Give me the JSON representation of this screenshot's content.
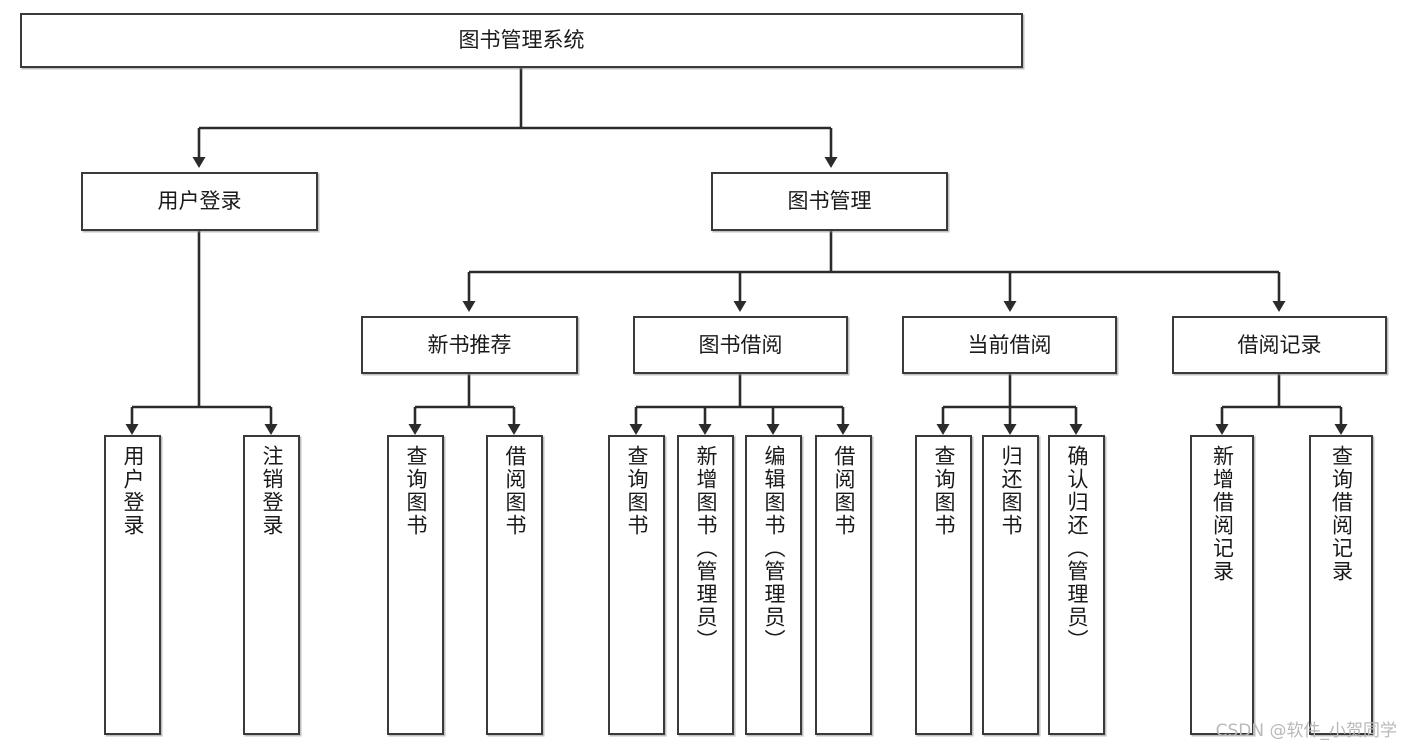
{
  "diagram": {
    "type": "tree-hierarchy",
    "title": "图书管理系统",
    "root": {
      "id": "root",
      "label": "图书管理系统"
    },
    "level2": [
      {
        "id": "user-login",
        "label": "用户登录"
      },
      {
        "id": "book-manage",
        "label": "图书管理"
      }
    ],
    "level3": [
      {
        "id": "new-book-rec",
        "label": "新书推荐",
        "parent": "book-manage"
      },
      {
        "id": "book-borrow",
        "label": "图书借阅",
        "parent": "book-manage"
      },
      {
        "id": "current-borrow",
        "label": "当前借阅",
        "parent": "book-manage"
      },
      {
        "id": "borrow-record",
        "label": "借阅记录",
        "parent": "book-manage"
      }
    ],
    "leaves": [
      {
        "id": "leaf-user-login",
        "label": "用户登录",
        "parent": "user-login"
      },
      {
        "id": "leaf-logout",
        "label": "注销登录",
        "parent": "user-login"
      },
      {
        "id": "leaf-rec-query-book",
        "label": "查询图书",
        "parent": "new-book-rec"
      },
      {
        "id": "leaf-rec-borrow-book",
        "label": "借阅图书",
        "parent": "new-book-rec"
      },
      {
        "id": "leaf-borrow-query-book",
        "label": "查询图书",
        "parent": "book-borrow"
      },
      {
        "id": "leaf-borrow-add-book",
        "label": "新增图书（管理员）",
        "parent": "book-borrow"
      },
      {
        "id": "leaf-borrow-edit-book",
        "label": "编辑图书（管理员）",
        "parent": "book-borrow"
      },
      {
        "id": "leaf-borrow-borrow-book",
        "label": "借阅图书",
        "parent": "book-borrow"
      },
      {
        "id": "leaf-cur-query-book",
        "label": "查询图书",
        "parent": "current-borrow"
      },
      {
        "id": "leaf-cur-return-book",
        "label": "归还图书",
        "parent": "current-borrow"
      },
      {
        "id": "leaf-cur-confirm-return",
        "label": "确认归还（管理员）",
        "parent": "current-borrow"
      },
      {
        "id": "leaf-rec-add-record",
        "label": "新增借阅记录",
        "parent": "borrow-record"
      },
      {
        "id": "leaf-rec-query-record",
        "label": "查询借阅记录",
        "parent": "borrow-record"
      }
    ],
    "colors": {
      "box_border": "#3a3a3a",
      "box_fill": "#ffffff",
      "connector": "#2b2b2b",
      "text": "#1a1a1a",
      "watermark": "#b9b9b9",
      "background": "#ffffff"
    }
  },
  "watermark": {
    "text": "CSDN @软件_小贺同学"
  }
}
